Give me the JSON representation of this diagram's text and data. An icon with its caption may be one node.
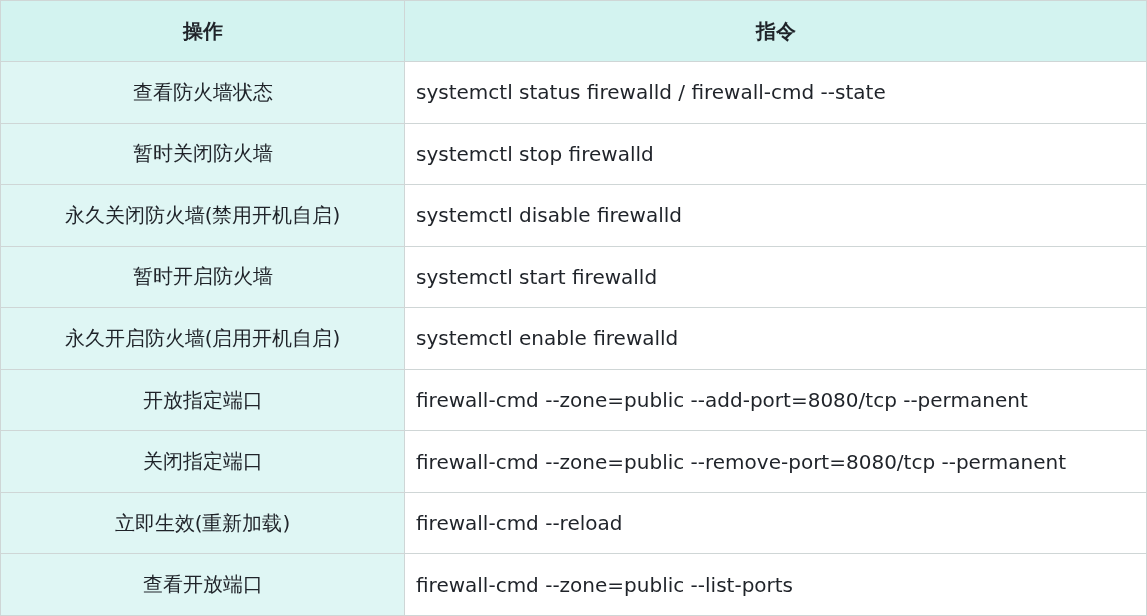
{
  "diagram": {
    "labels": [
      "操作",
      "指令",
      "查看防火墙状态",
      "systemctl status firewalld / firewall-cmd --state",
      "暂时关闭防火墙",
      "systemctl stop firewalld",
      "永久关闭防火墙(禁用开机自启)",
      "systemctl disable firewalld",
      "暂时开启防火墙",
      "systemctl start firewalld",
      "永久开启防火墙(启用开机自启)",
      "systemctl enable firewalld",
      "开放指定端口",
      "firewall-cmd --zone=public --add-port=8080/tcp --permanent",
      "关闭指定端口",
      "firewall-cmd --zone=public --remove-port=8080/tcp --permanent",
      "立即生效(重新加载)",
      "firewall-cmd --reload",
      "查看开放端口",
      "firewall-cmd --zone=public --list-ports"
    ]
  }
}
